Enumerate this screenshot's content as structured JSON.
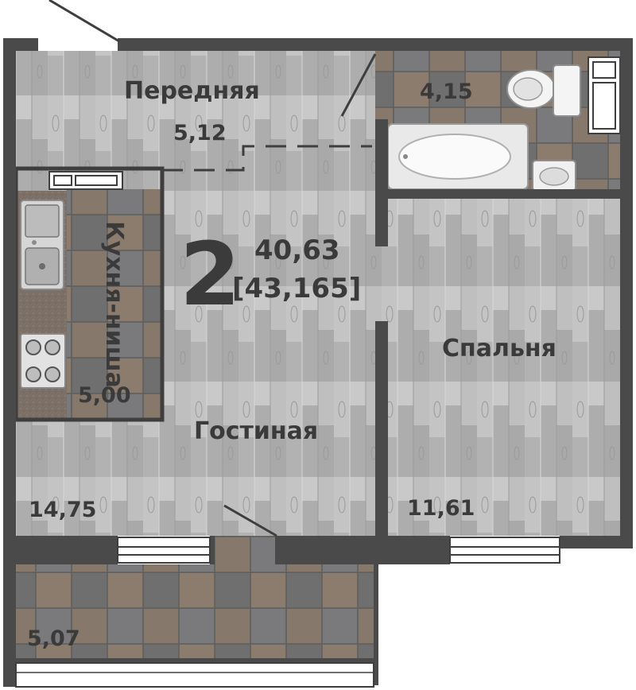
{
  "apartment": {
    "rooms_count": "2",
    "total_area": "40,63",
    "total_area_with_balcony": "[43,165]"
  },
  "rooms": {
    "hall": {
      "name": "Передняя",
      "area": "5,12"
    },
    "bathroom": {
      "area": "4,15"
    },
    "kitchen": {
      "name": "Кухня-ниша",
      "area": "5,00"
    },
    "living": {
      "name": "Гостиная",
      "area": "14,75"
    },
    "bedroom": {
      "name": "Спальня",
      "area": "11,61"
    },
    "balcony": {
      "area": "5,07"
    }
  },
  "colors": {
    "wall": "#4a4a4a",
    "wood_floor": "#b9b9b9",
    "tile_dark": "#6f6f70",
    "tile_warm": "#8f7f70",
    "text": "#3a3a3a"
  }
}
